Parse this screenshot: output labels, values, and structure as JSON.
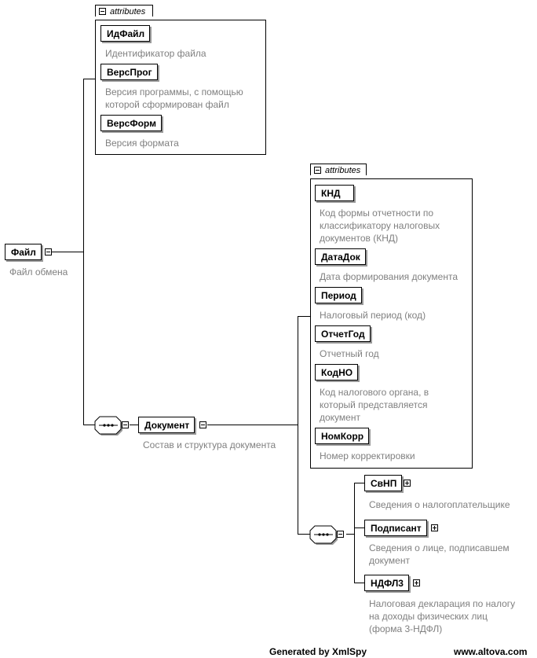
{
  "root": {
    "name": "Файл",
    "description": "Файл обмена",
    "attributes_label": "attributes",
    "attributes": [
      {
        "name": "ИдФайл",
        "description": [
          "Идентификатор файла"
        ]
      },
      {
        "name": "ВерсПрог",
        "description": [
          "Версия программы, с помощью",
          "которой сформирован файл"
        ]
      },
      {
        "name": "ВерсФорм",
        "description": [
          "Версия формата"
        ]
      }
    ]
  },
  "document": {
    "name": "Документ",
    "description": "Состав и структура документа",
    "attributes_label": "attributes",
    "attributes": [
      {
        "name": "КНД",
        "description": [
          "Код формы отчетности по",
          "классификатору налоговых",
          "документов (КНД)"
        ]
      },
      {
        "name": "ДатаДок",
        "description": [
          "Дата формирования документа"
        ]
      },
      {
        "name": "Период",
        "description": [
          "Налоговый период (код)"
        ]
      },
      {
        "name": "ОтчетГод",
        "description": [
          "Отчетный год"
        ]
      },
      {
        "name": "КодНО",
        "description": [
          "Код налогового органа, в",
          "который представляется",
          "документ"
        ]
      },
      {
        "name": "НомКорр",
        "description": [
          "Номер корректировки"
        ]
      }
    ],
    "children": [
      {
        "name": "СвНП",
        "description": [
          "Сведения о налогоплательщике"
        ]
      },
      {
        "name": "Подписант",
        "description": [
          "Сведения о лице, подписавшем",
          "документ"
        ]
      },
      {
        "name": "НДФЛ3",
        "description": [
          "Налоговая декларация по налогу",
          "на доходы физических лиц",
          "(форма 3-НДФЛ)"
        ]
      }
    ]
  },
  "footer": {
    "generated": "Generated by XmlSpy",
    "site": "www.altova.com"
  }
}
